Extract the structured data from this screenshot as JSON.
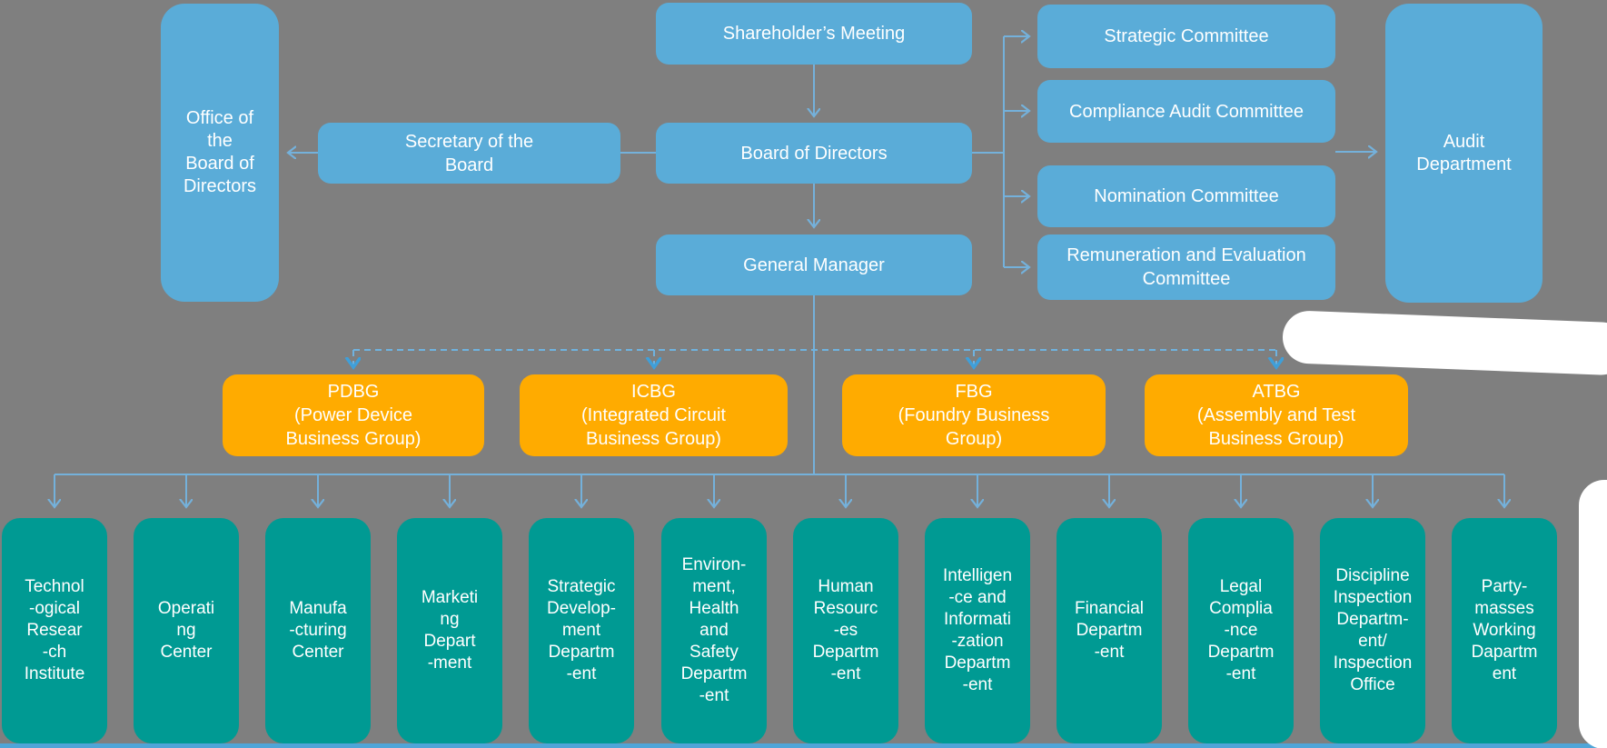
{
  "org": {
    "shareholders_meeting": "Shareholder’s Meeting",
    "board_of_directors": "Board of Directors",
    "general_manager": "General Manager",
    "office_of_the_board": "Office of\nthe\nBoard of\nDirectors",
    "secretary_of_the_board": "Secretary of the\nBoard",
    "audit_department": "Audit\nDepartment",
    "committees": [
      "Strategic Committee",
      "Compliance Audit Committee",
      "Nomination Committee",
      "Remuneration and Evaluation\nCommittee"
    ],
    "business_groups": [
      "PDBG\n(Power Device\nBusiness Group)",
      "ICBG\n(Integrated Circuit\nBusiness Group)",
      "FBG\n(Foundry Business\nGroup)",
      "ATBG\n(Assembly and Test\nBusiness Group)"
    ],
    "departments": [
      "Technol\n-ogical\nResear\n-ch\nInstitute",
      "Operati\nng\nCenter",
      "Manufa\n-cturing\nCenter",
      "Marketi\nng\nDepart\n-ment",
      "Strategic\nDevelop-\nment\nDepartm\n-ent",
      "Environ-\nment,\nHealth\nand\nSafety\nDepartm\n-ent",
      "Human\nResourc\n-es\nDepartm\n-ent",
      "Intelligen\n-ce and\nInformati\n-zation\nDepartm\n-ent",
      "Financial\nDepartm\n-ent",
      "Legal\nComplia\n-nce\nDepartm\n-ent",
      "Discipline\nInspection\nDepartm-\nent/\nInspection\nOffice",
      "Party-\nmasses\nWorking\nDapartm\nent"
    ]
  },
  "colors": {
    "background": "#7F7F7F",
    "node_blue": "#5AACD8",
    "node_orange": "#FFAB00",
    "node_teal": "#009A93",
    "connector_blue": "#74B1DB",
    "dashed_arrowhead": "#3F9FD9",
    "white_mask": "#FFFFFF",
    "bottom_bar": "#4FA5D8"
  }
}
